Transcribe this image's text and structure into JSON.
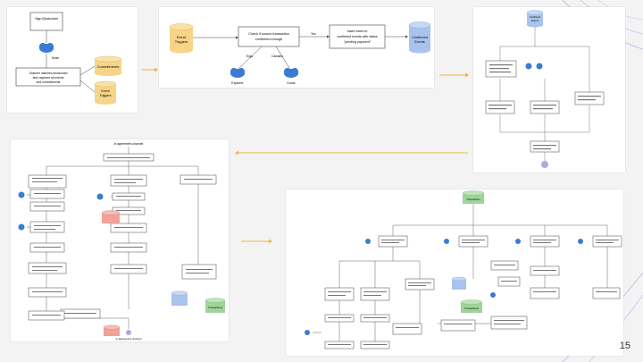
{
  "colors": {
    "flow_arrow": "#f0b640",
    "db_yellow": "#f6d488",
    "db_blue": "#a9c4ec",
    "db_green": "#9fd39a",
    "db_red": "#f0a199",
    "decor_blue": "#b8c6e6",
    "box_stroke": "#444444"
  },
  "panel1": {
    "top_box": "Sign Blockchain",
    "node_label": "Node",
    "main_box_line1": "Scanner watches blockchain",
    "main_box_line2": "and captures all events",
    "main_box_line3": "and commitments",
    "db_commitments": "Commitments",
    "db_event_line1": "Event",
    "db_event_line2": "Triggers"
  },
  "panel2": {
    "db_event_line1": "Event",
    "db_event_line2": "Triggers",
    "decision_line1": "Check if source transaction",
    "decision_line2": "confirmed enough",
    "yes_label": "Yes",
    "action_line1": "Insert event to",
    "action_line2": "confirmed events with status",
    "action_line3": "\"pending payment\"",
    "db_confirmed_line1": "Confirmed",
    "db_confirmed_line2": "Events",
    "ergo_label": "Ergo",
    "cardano_label": "Cardano",
    "node1_label": "Explorer",
    "node2_label": "Koios"
  },
  "panel3": {
    "db_top_line1": "Confirmed",
    "db_top_line2": "Events"
  },
  "panel4": {
    "title": "in agreement channel",
    "bottom_title": "in agreement channel",
    "db_label": "Transactions"
  },
  "panel5": {
    "db_top": "Transaction",
    "db_mid": "Transactions"
  },
  "slide": {
    "page_number": "15"
  }
}
